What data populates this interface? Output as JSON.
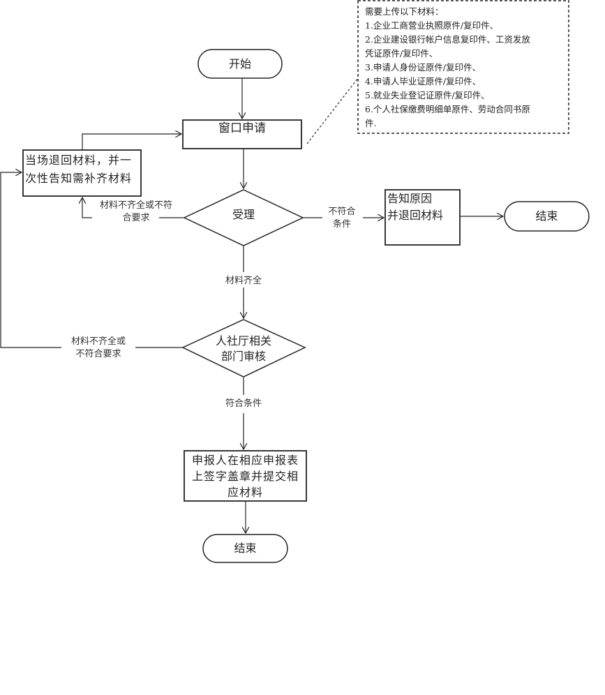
{
  "start": "开始",
  "window_apply": "窗口申请",
  "return_materials": "当场退回材料，并一次性告知需补齐材料",
  "accept": "受理",
  "notify_reason": [
    "告知原因",
    "并退回材料"
  ],
  "end_top": "结束",
  "review": [
    "人社厅相关",
    "部门审核"
  ],
  "sign_submit": [
    "申报人在相应申报表",
    "上签字盖章并提交相",
    "应材料"
  ],
  "end_bottom": "结束",
  "labels": {
    "incomplete_1": [
      "材料不齐全或不符",
      "合要求"
    ],
    "not_meet": [
      "不符合",
      "条件"
    ],
    "complete": "材料齐全",
    "incomplete_2": [
      "材料不齐全或",
      "不符合要求"
    ],
    "meet": "符合条件"
  },
  "note": {
    "title": "需要上传以下材料：",
    "items": [
      "1.企业工商营业执照原件/复印件、",
      "2.企业建设银行帐户信息复印件、工资发放",
      "凭证原件/复印件、",
      "3.申请人身份证原件/复印件、",
      "4.申请人毕业证原件/复印件、",
      "5.就业失业登记证原件/复印件、",
      "6.个人社保缴费明细单原件、劳动合同书原",
      "件."
    ]
  }
}
